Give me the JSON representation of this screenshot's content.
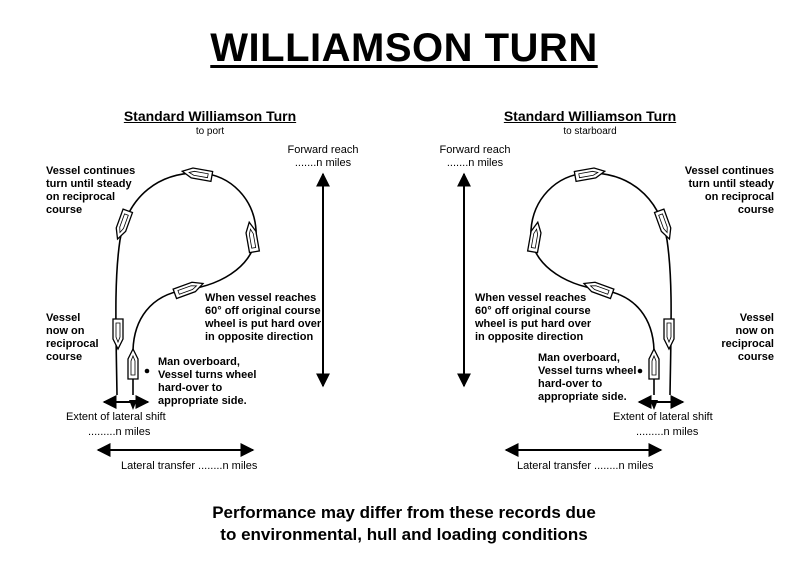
{
  "title": "WILLIAMSON TURN",
  "left": {
    "heading": "Standard Williamson Turn",
    "subheading": "to port",
    "continue_note": "Vessel continues\nturn until steady\non reciprocal\ncourse",
    "reciprocal_note": "Vessel\nnow on\nreciprocal\ncourse",
    "sixty_note": "When vessel reaches\n60° off original course\nwheel is put hard over\nin opposite direction",
    "mob_note": "Man overboard,\nVessel turns wheel\nhard-over to\nappropriate side.",
    "lateral_shift_label": "Extent of lateral shift",
    "lateral_shift_value": ".........n miles",
    "lateral_transfer": "Lateral transfer ........n miles",
    "forward_reach_label": "Forward reach",
    "forward_reach_value": ".......n miles"
  },
  "right": {
    "heading": "Standard Williamson Turn",
    "subheading": "to starboard",
    "continue_note": "Vessel continues\nturn until steady\non reciprocal\ncourse",
    "reciprocal_note": "Vessel\nnow on\nreciprocal\ncourse",
    "sixty_note": "When vessel reaches\n60° off original course\nwheel is put hard over\nin opposite direction",
    "mob_note": "Man overboard,\nVessel turns wheel\nhard-over to\nappropriate side.",
    "lateral_shift_label": "Extent of lateral shift",
    "lateral_shift_value": ".........n miles",
    "lateral_transfer": "Lateral transfer ........n miles",
    "forward_reach_label": "Forward reach",
    "forward_reach_value": ".......n miles"
  },
  "footer": "Performance may differ from these records due\nto environmental, hull and loading conditions"
}
